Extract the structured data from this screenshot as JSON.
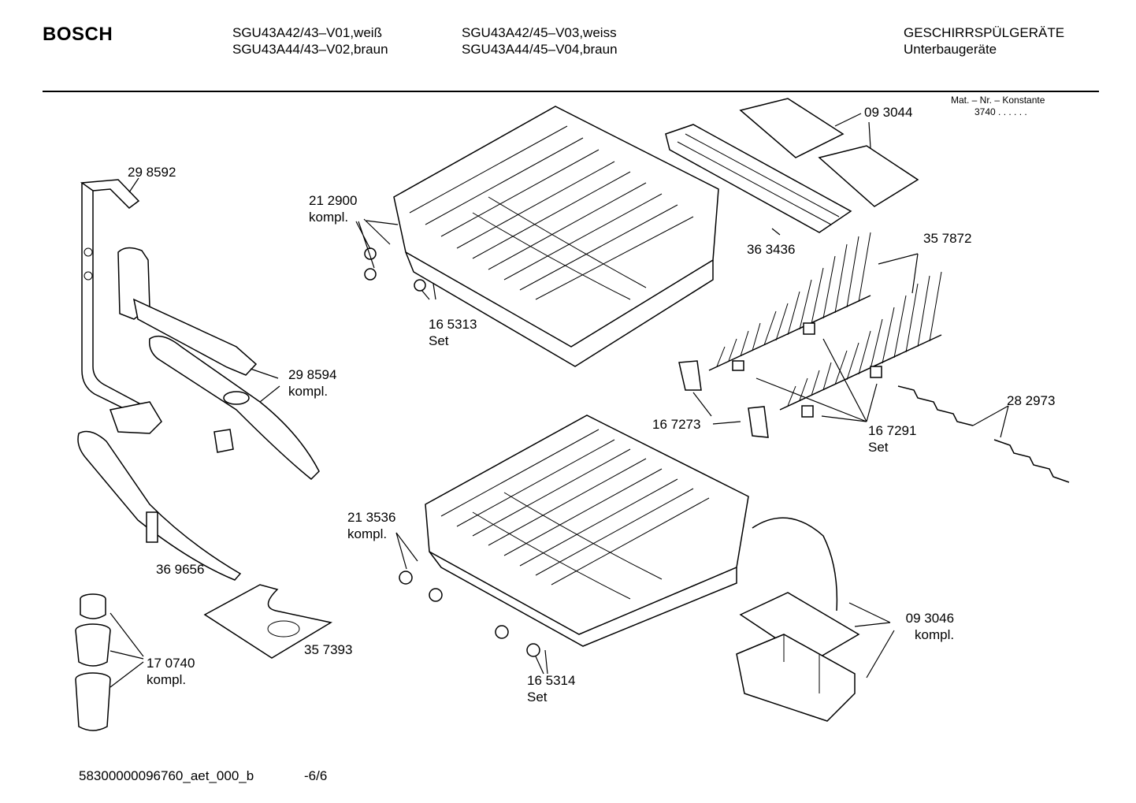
{
  "header": {
    "brand": "BOSCH",
    "models_col1": [
      "SGU43A42/43–V01,weiß",
      "SGU43A44/43–V02,braun"
    ],
    "models_col2": [
      "SGU43A42/45–V03,weiss",
      "SGU43A44/45–V04,braun"
    ],
    "category": [
      "GESCHIRRSPÜLGERÄTE",
      "Unterbaugeräte"
    ]
  },
  "material": {
    "label": "Mat. – Nr. – Konstante",
    "value": "3740",
    "dots": ". .   . . . ."
  },
  "parts": {
    "p298592": "29 8592",
    "p212900": [
      "21 2900",
      "kompl."
    ],
    "p165313": [
      "16 5313",
      "Set"
    ],
    "p093044": "09 3044",
    "p363436": "36 3436",
    "p357872": "35 7872",
    "p298594": [
      "29 8594",
      "kompl."
    ],
    "p167273": "16 7273",
    "p167291": [
      "16 7291",
      "Set"
    ],
    "p282973": "28 2973",
    "p213536": [
      "21 3536",
      "kompl."
    ],
    "p369656": "36 9656",
    "p357393": "35 7393",
    "p093046": [
      "09 3046",
      "kompl."
    ],
    "p170740": [
      "17 0740",
      "kompl."
    ],
    "p165314": [
      "16 5314",
      "Set"
    ]
  },
  "footer": {
    "doc_id": "58300000096760_aet_000_b",
    "page": "-6/6"
  }
}
